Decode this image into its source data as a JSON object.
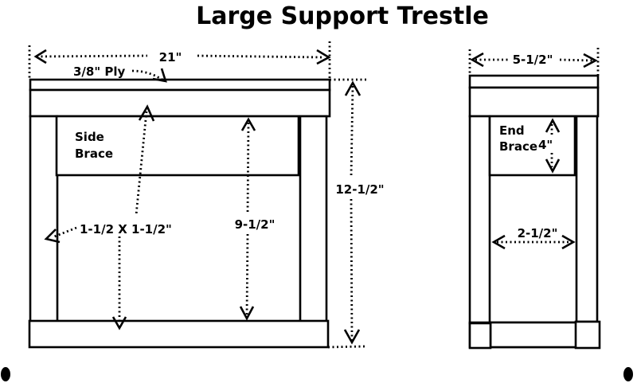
{
  "diagram": {
    "title": "Large Support Trestle",
    "side_view": {
      "labels": {
        "overall_width": "21\"",
        "top_ply": "3/8\" Ply",
        "brace_line1": "Side",
        "brace_line2": "Brace",
        "leg_size": "1-1/2 X 1-1/2\"",
        "inner_height": "9-1/2\"",
        "overall_height": "12-1/2\""
      }
    },
    "end_view": {
      "labels": {
        "overall_width": "5-1/2\"",
        "brace_line1": "End",
        "brace_line2": "Brace",
        "brace_height": "4\"",
        "inner_width": "2-1/2\""
      }
    }
  }
}
